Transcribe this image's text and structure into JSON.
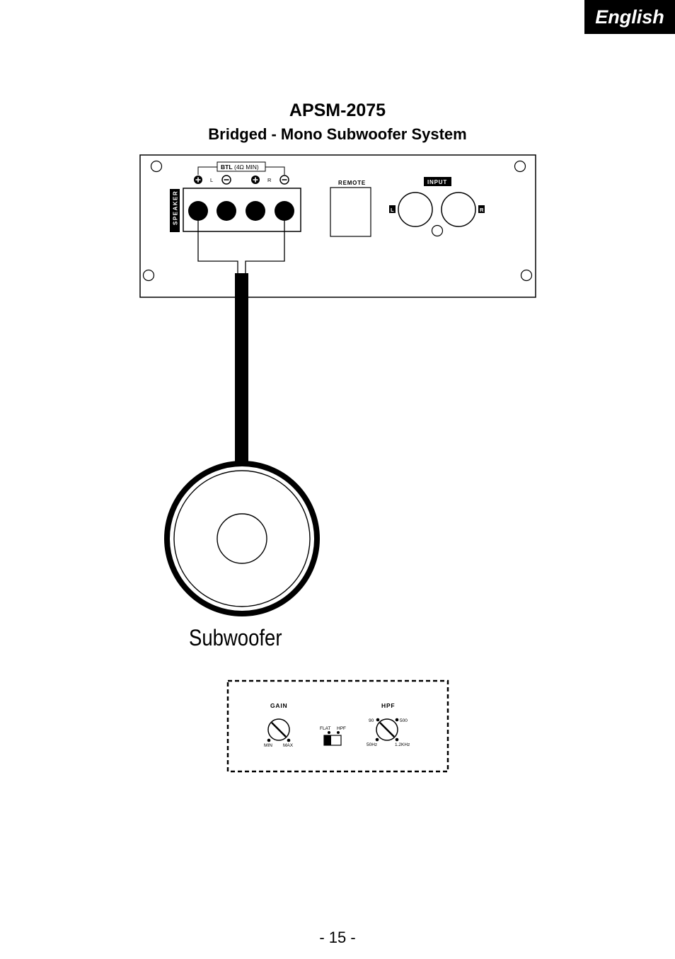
{
  "language_tab": "English",
  "model": "APSM-2075",
  "subtitle": "Bridged - Mono Subwoofer System",
  "amp_panel": {
    "btl_label": "BTL",
    "btl_spec": "(4Ω MIN)",
    "left_label": "L",
    "right_label": "R",
    "speaker_label": "SPEAKER",
    "remote_label": "REMOTE",
    "input_label": "INPUT",
    "input_left": "L",
    "input_right": "R"
  },
  "speaker_label": "Subwoofer",
  "controls": {
    "gain_label": "GAIN",
    "gain_min": "MIN",
    "gain_max": "MAX",
    "switch_flat": "FLAT",
    "switch_hpf": "HPF",
    "hpf_label": "HPF",
    "hpf_90": "90",
    "hpf_500": "500",
    "hpf_50hz": "50Hz",
    "hpf_12khz": "1.2KHz"
  },
  "page_number": "- 15 -"
}
